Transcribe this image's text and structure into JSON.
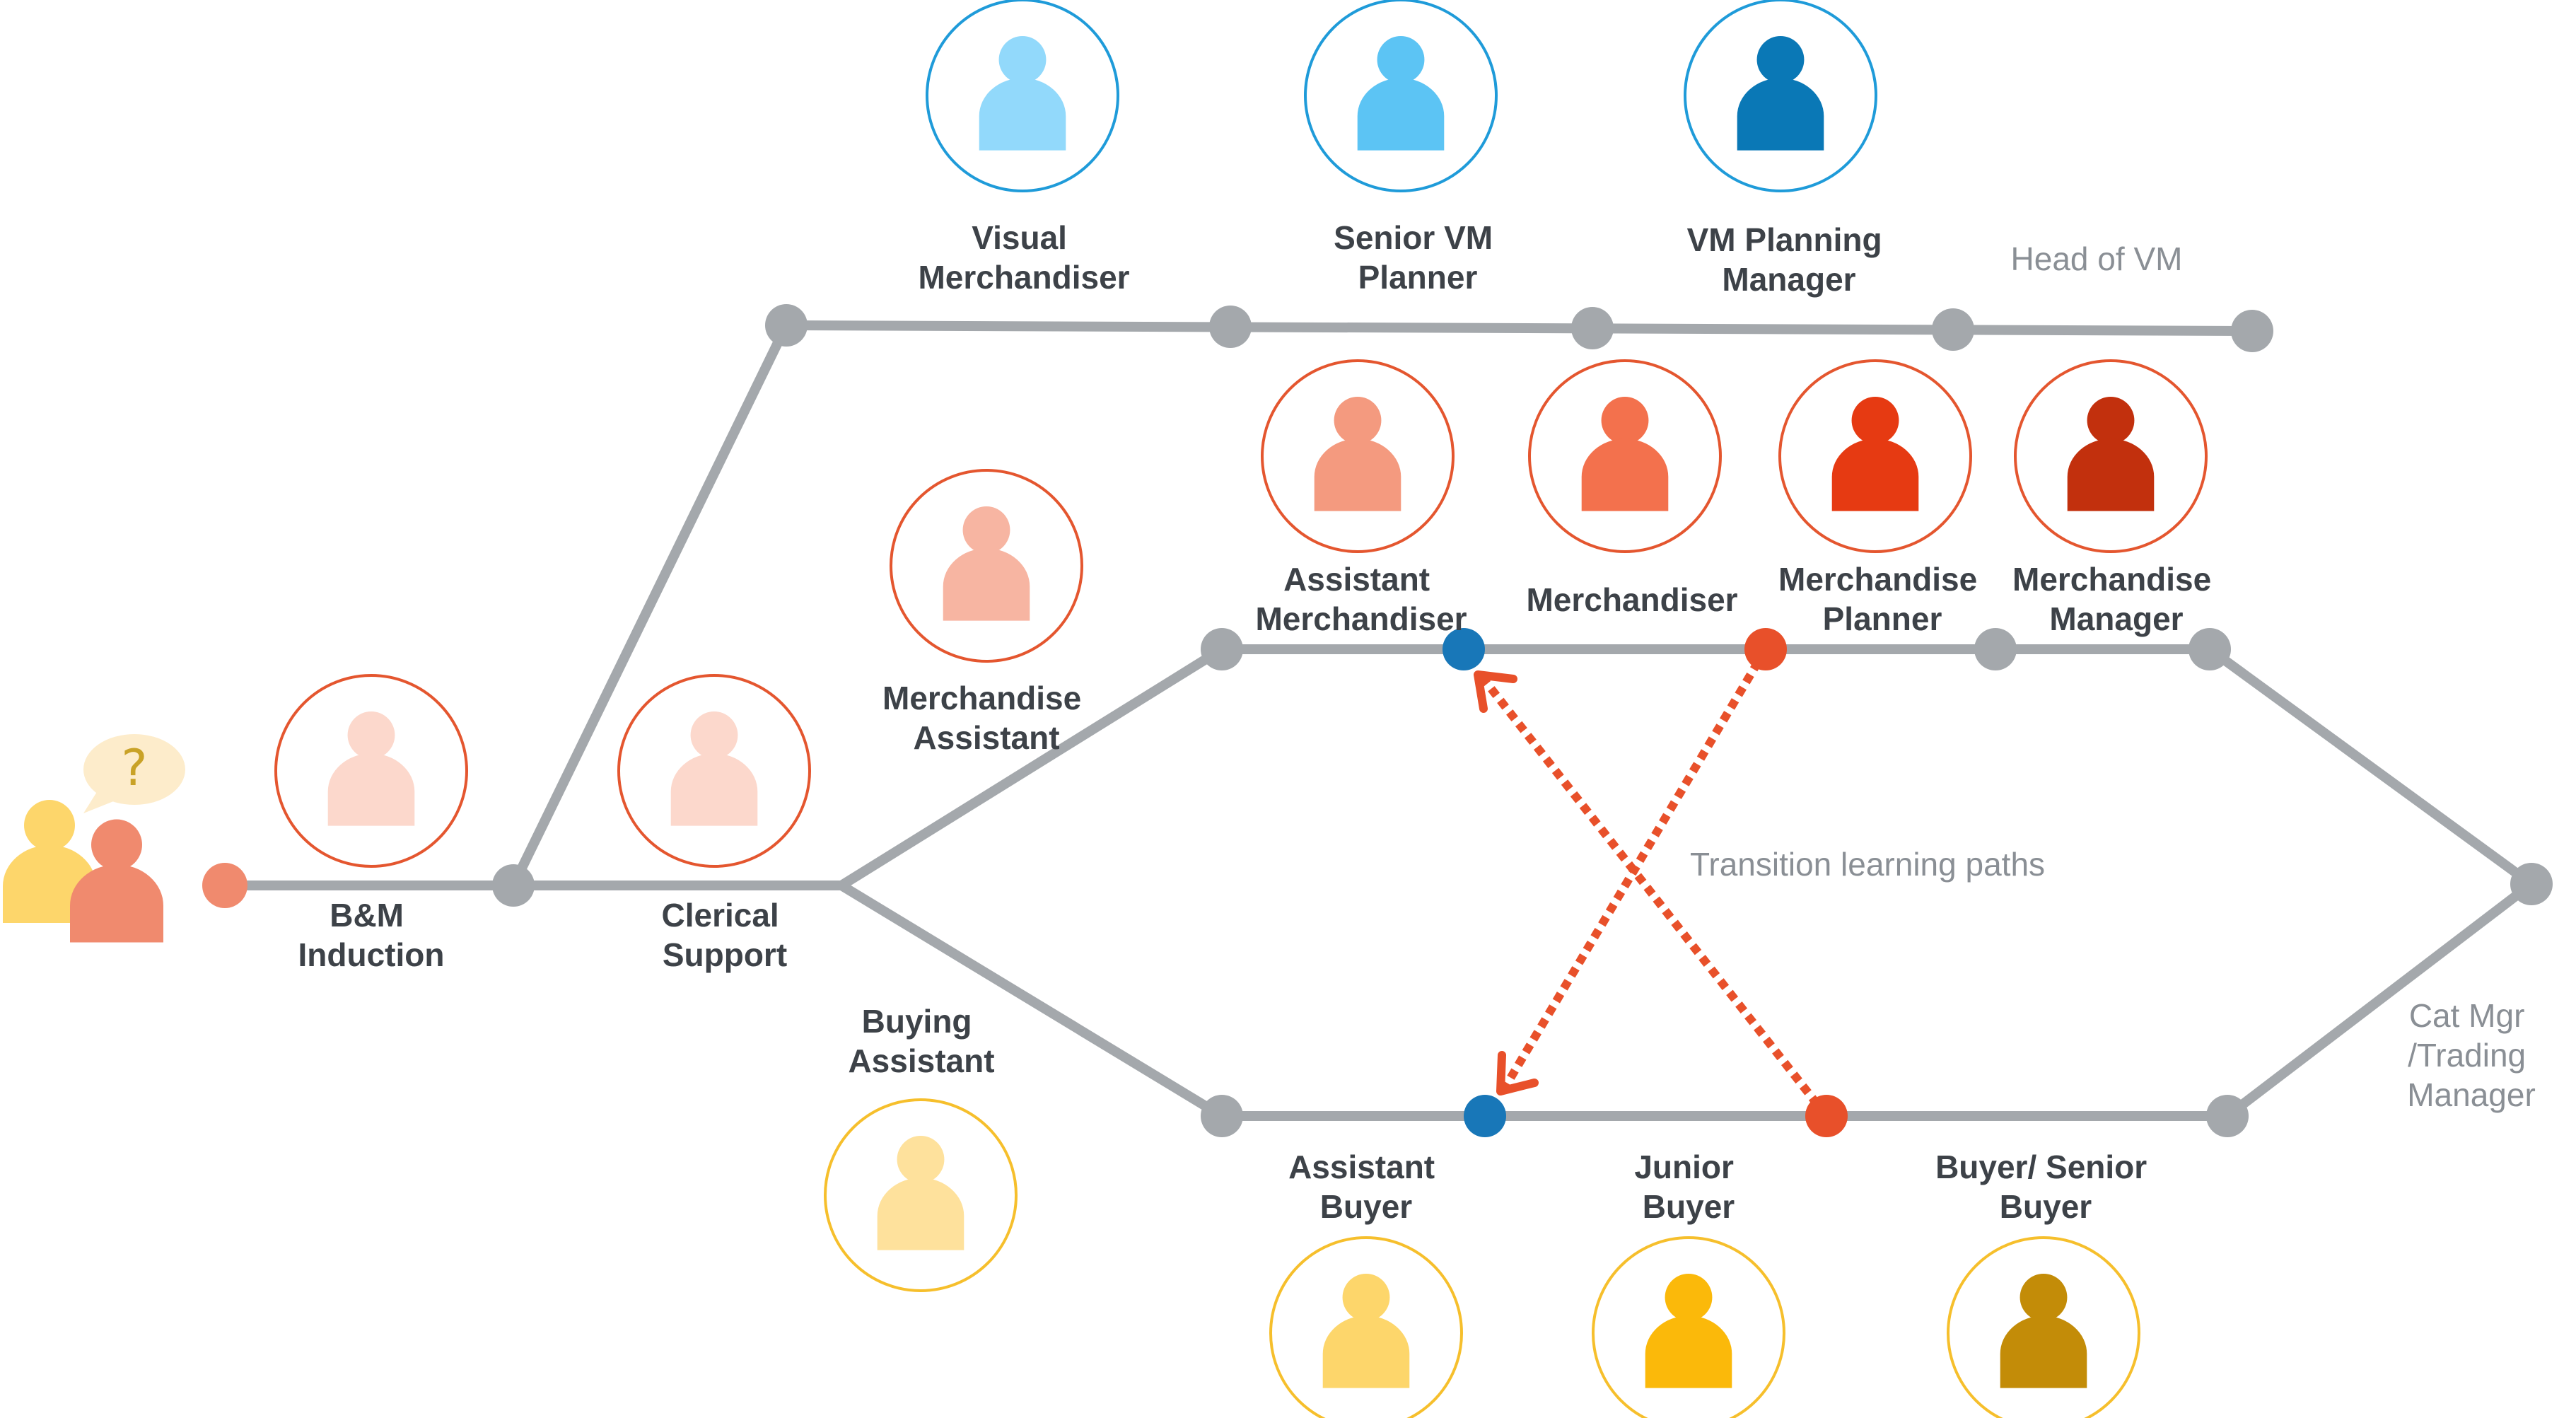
{
  "colors": {
    "track": "#a4a8ac",
    "arrow": "#e8502a",
    "node_blue": "#1877b8",
    "node_orange": "#e8502a",
    "node_salmon": "#f08a6e",
    "ring_blue": "#1f9bd9",
    "ring_orange": "#e4562f",
    "ring_yellow": "#f6bf2c"
  },
  "start": {
    "icon": "confused-people-icon",
    "question_mark": "?"
  },
  "roles": {
    "bm_induction": [
      "B&M",
      "Induction"
    ],
    "clerical_support": [
      "Clerical",
      "Support"
    ],
    "visual_merchandiser": [
      "Visual",
      "Merchandiser"
    ],
    "senior_vm_planner": [
      "Senior VM",
      "Planner"
    ],
    "vm_planning_manager": [
      "VM Planning",
      "Manager"
    ],
    "head_of_vm": [
      "Head of VM"
    ],
    "merchandise_assistant": [
      "Merchandise",
      "Assistant"
    ],
    "assistant_merchandiser": [
      "Assistant",
      "Merchandiser"
    ],
    "merchandiser": [
      "Merchandiser"
    ],
    "merchandise_planner": [
      "Merchandise",
      "Planner"
    ],
    "merchandise_manager": [
      "Merchandise",
      "Manager"
    ],
    "buying_assistant": [
      "Buying",
      "Assistant"
    ],
    "assistant_buyer": [
      "Assistant",
      "Buyer"
    ],
    "junior_buyer": [
      "Junior",
      "Buyer"
    ],
    "buyer_senior_buyer": [
      "Buyer/ Senior",
      "Buyer"
    ],
    "cat_mgr_trading_manager": [
      "Cat Mgr",
      "/Trading",
      "Manager"
    ]
  },
  "transition_label": "Transition learning paths"
}
